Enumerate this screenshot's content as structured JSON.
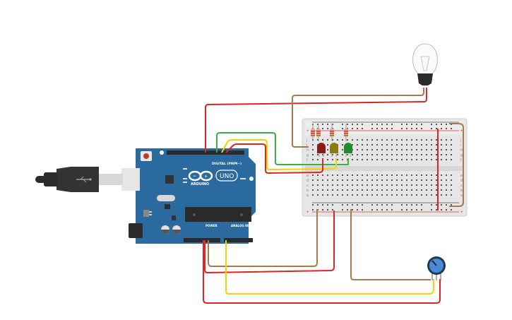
{
  "board": {
    "name": "ARDUINO",
    "model": "UNO",
    "digital_label": "DIGITAL (PWM~)",
    "power_label": "POWER",
    "analog_label": "ANALOG IN",
    "digital_pins": [
      "AREF",
      "GND",
      "13",
      "12",
      "~11",
      "~10",
      "~9",
      "8",
      "7",
      "~6",
      "~5",
      "4",
      "~3",
      "2",
      "TX▸1",
      "RX◂0"
    ],
    "power_pins": [
      "IOREF",
      "RESET",
      "3.3V",
      "5V",
      "GND",
      "GND",
      "Vin"
    ],
    "analog_pins": [
      "A0",
      "A1",
      "A2",
      "A3",
      "A4",
      "A5"
    ],
    "led_labels": [
      "L",
      "TX",
      "RX",
      "ON"
    ]
  },
  "components": {
    "leds": [
      {
        "color_name": "red",
        "color": "#8b1a1a"
      },
      {
        "color_name": "yellow",
        "color": "#8a7a12"
      },
      {
        "color_name": "green",
        "color": "#1f8a2e"
      }
    ],
    "resistor_count": 3,
    "bulb": "light-bulb",
    "potentiometer": "potentiometer"
  },
  "breadboard": {
    "row_letters_top": [
      "j",
      "i",
      "h",
      "g",
      "f"
    ],
    "row_letters_bottom": [
      "e",
      "d",
      "c",
      "b",
      "a"
    ],
    "rail_plus": "+",
    "rail_minus": "-"
  },
  "wire_colors": {
    "red": "#e02424",
    "brown": "#a87a4a",
    "yellow": "#f2d500",
    "green": "#3cb043"
  }
}
